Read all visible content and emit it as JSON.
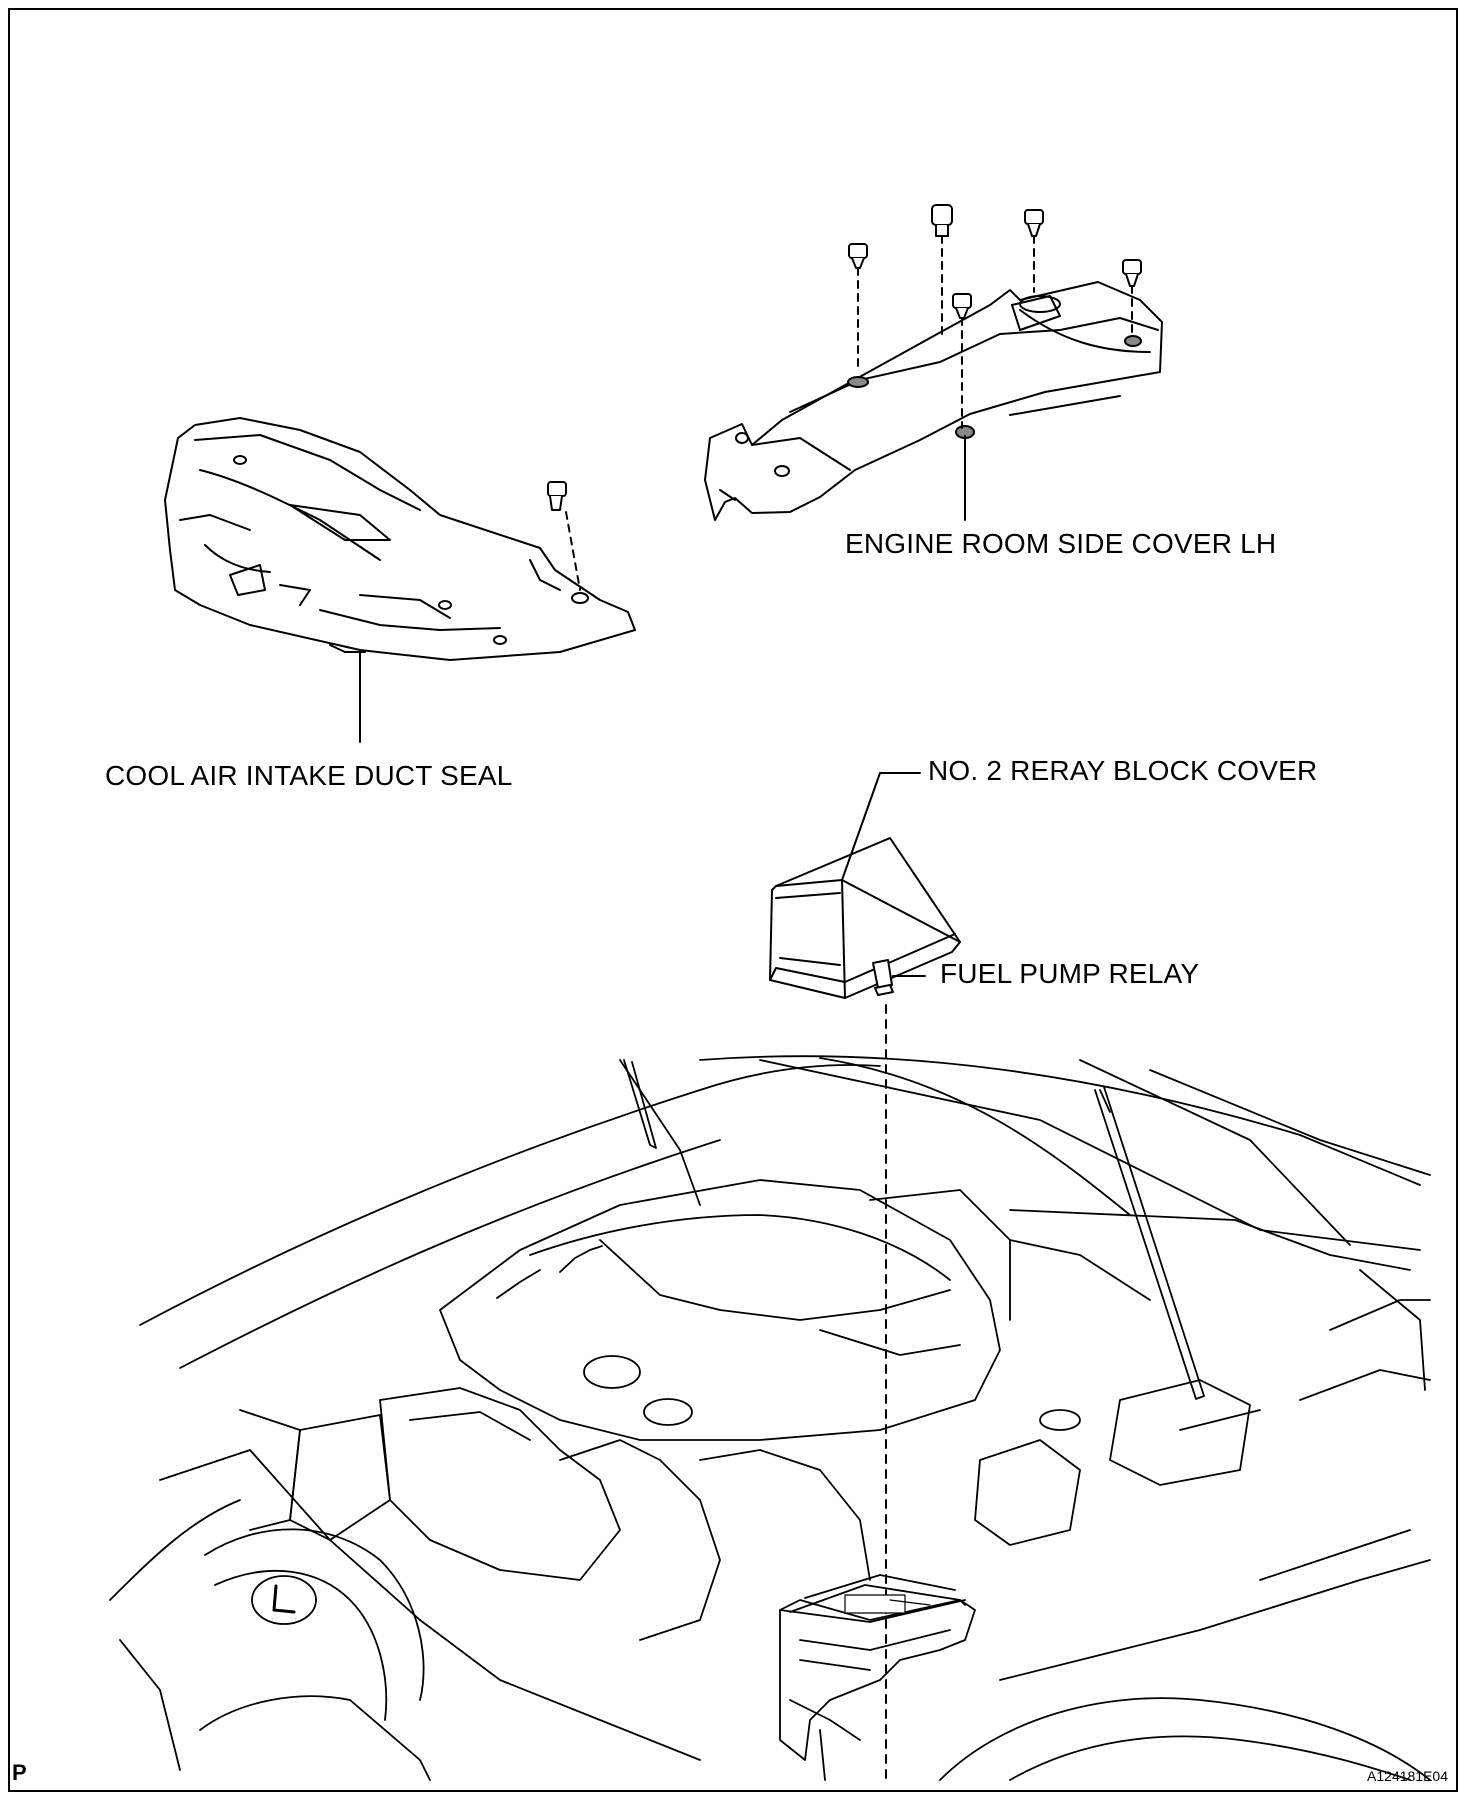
{
  "labels": {
    "engine_room_side_cover": "ENGINE ROOM SIDE COVER LH",
    "cool_air_intake_duct_seal": "COOL AIR INTAKE DUCT SEAL",
    "relay_block_cover": "NO. 2 RERAY BLOCK COVER",
    "fuel_pump_relay": "FUEL PUMP RELAY"
  },
  "footer": {
    "section_marker": "P",
    "figure_id": "A124181E04"
  }
}
